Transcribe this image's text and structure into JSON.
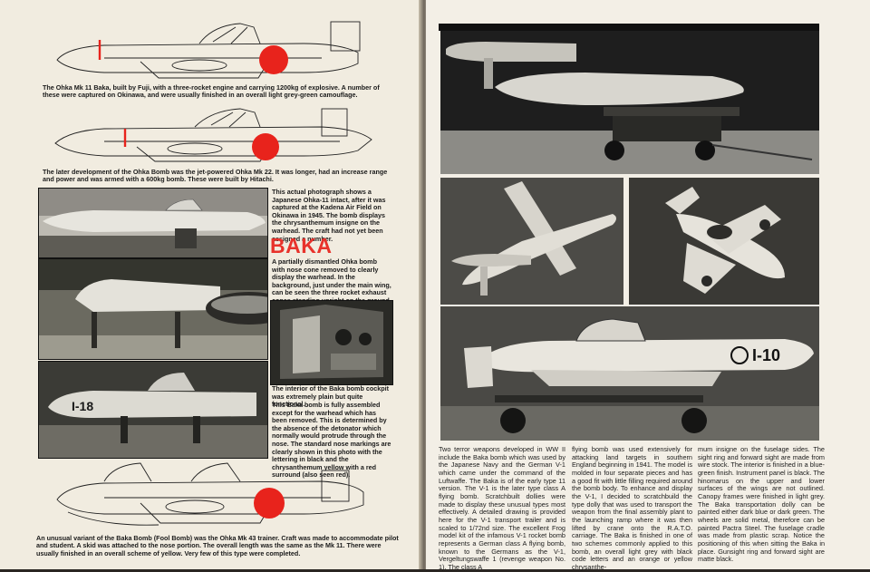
{
  "left_page": {
    "caption_mk11": "The Ohka Mk 11 Baka, built by Fuji, with a three-rocket engine and carrying 1200kg of explosive. A number of these were captured on Okinawa, and were usually finished in an overall light grey-green camouflage.",
    "caption_mk22": "The later development of the Ohka Bomb was the jet-powered Ohka Mk 22. It was longer, had an increase range and power and was armed with a 600kg bomb. These were built by Hitachi.",
    "text_photo1": "This actual photograph shows a Japanese Ohka-11 intact, after it was captured at the Kadena Air Field on Okinawa in 1945. The bomb displays the chrysanthemum insigne on the warhead. The craft had not yet been assigned a number.",
    "title": "BAKA",
    "text_photo2": "A partially dismantled Ohka bomb with nose cone removed to clearly display the warhead. In the background, just under the main wing, can be seen the three rocket exhaust cones standing upright on the ground.",
    "caption_cockpit": "The interior of the Baka bomb cockpit was extremely plain but quite functional.",
    "text_photo3": "This Baka bomb is fully assembled except for the warhead which has been removed. This is determined by the absence of the detonator which normally would protrude through the nose. The standard nose markings are clearly shown in this photo with the lettering in black and the chrysanthemum yellow with a red surround (also seen red).",
    "caption_mk43": "An unusual variant of the Baka Bomb (Fool Bomb) was the Ohka Mk 43 trainer. Craft was made to accommodate pilot and student. A skid was attached to the nose portion. The overall length was the same as the Mk 11. There were usually finished in an overall scheme of yellow. Very few of this type were completed.",
    "photo3_marking": "I-18"
  },
  "right_page": {
    "model_marking": "I-10",
    "col1": "Two terror weapons developed in WW II include the Baka bomb which was used by the Japanese Navy and the German V-1 which came under the command of the Luftwaffe. The Baka is of the early type 11 version. The V-1 is the later type class A flying bomb. Scratchbuilt dollies were made to display these unusual types most effectively. A detailed drawing is provided here for the V-1 transport trailer and is scaled to 1/72nd size. The excellent Frog model kit of the infamous V-1 rocket bomb represents a German class A flying bomb, known to the Germans as the V-1, Vergeltungswaffe 1 (revenge weapon No. 1). The class A",
    "col2": "flying bomb was used extensively for attacking land targets in southern England beginning in 1941. The model is molded in four separate pieces and has a good fit with little filling required around the bomb body. To enhance and display the V-1, I decided to scratchbuild the type dolly that was used to transport the weapon from the final assembly plant to the launching ramp where it was then lifted by crane onto the R.A.T.O. carriage. The Baka is finished in one of two schemes commonly applied to this bomb, an overall light grey with black code letters and an orange or yellow chrysanthe-",
    "col3": "mum insigne on the fuselage sides. The sight ring and forward sight are made from wire stock. The interior is finished in a blue-green finish. Instrument panel is black. The hinomarus on the upper and lower surfaces of the wings are not outlined. Canopy frames were finished in light grey. The Baka transportation dolly can be painted either dark blue or dark green. The wheels are solid metal, therefore can be painted Pactra Steel. The fuselage cradle was made from plastic scrap. Notice the positioning of this when sitting the Baka in place. Gunsight ring and forward sight are matte black."
  },
  "colors": {
    "hinomaru": "#e8231c",
    "title_red": "#e8322b",
    "paper": "#f1ece0"
  }
}
